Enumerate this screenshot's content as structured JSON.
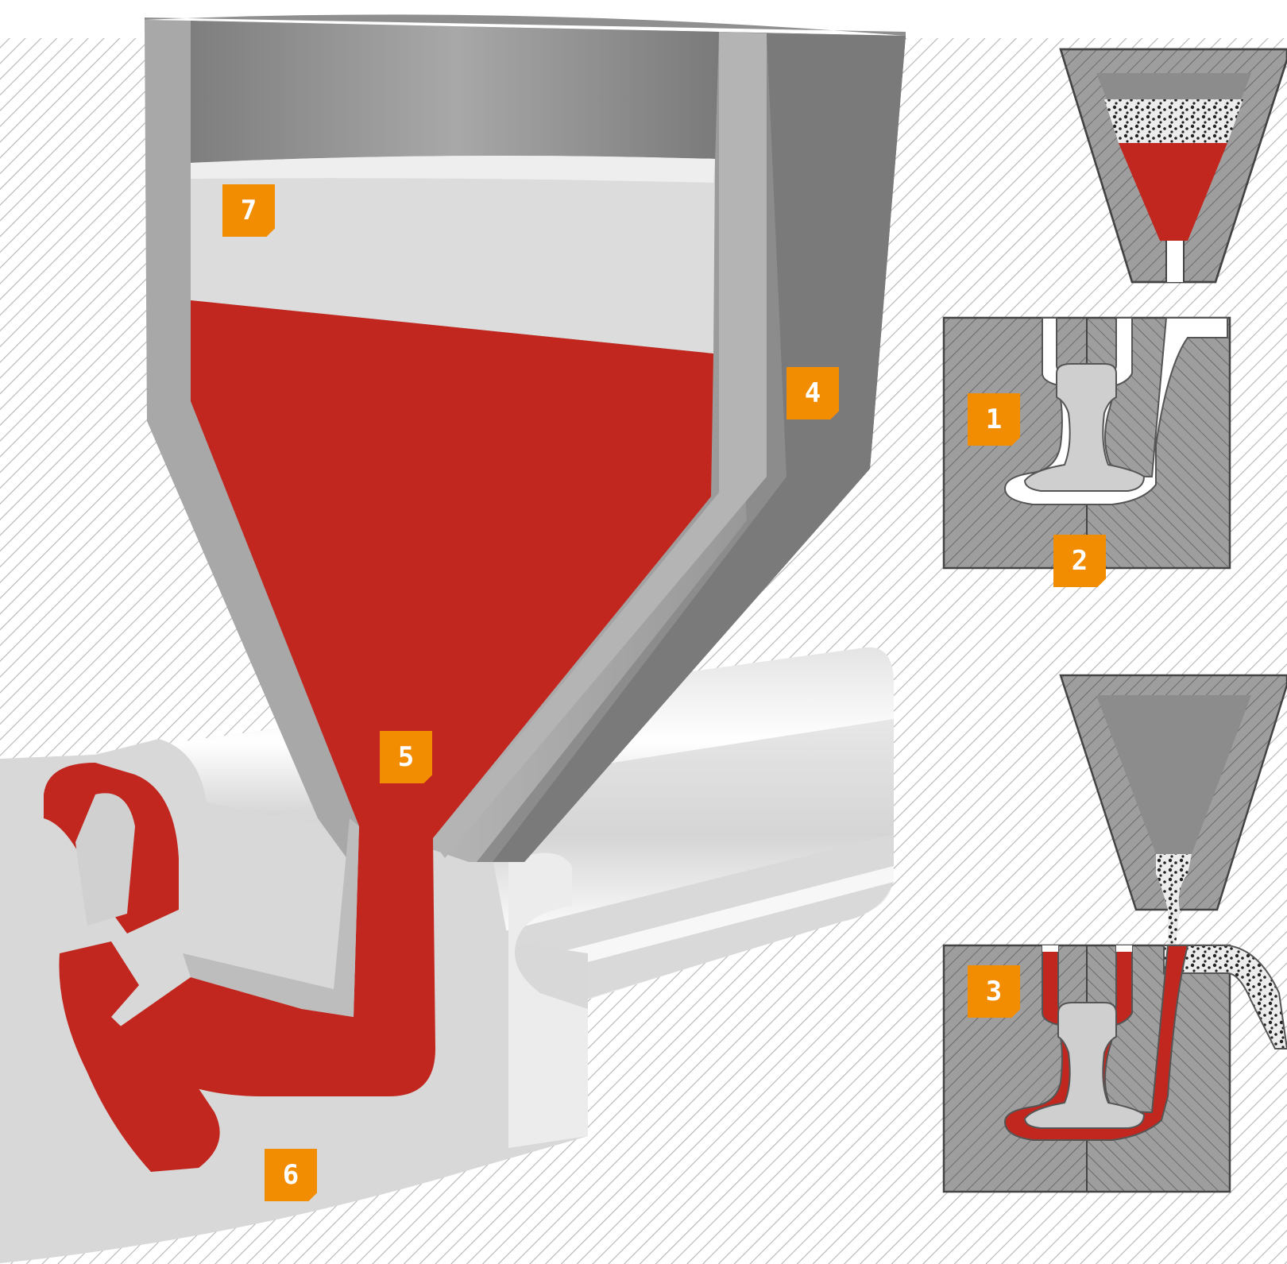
{
  "labels": {
    "one": "1",
    "two": "2",
    "three": "3",
    "four": "4",
    "five": "5",
    "six": "6",
    "seven": "7"
  },
  "colors": {
    "molten_metal": "#c1271e",
    "badge": "#f28c00",
    "steel_light": "#d6d6d6",
    "steel_mid": "#a9a9a9",
    "steel_dark": "#6f6f6f",
    "slag": "#dcdcdc",
    "hatch": "#b7b7b7"
  },
  "icons": {
    "main": "crucible-cutaway",
    "panel_top": "crucible-cross-section",
    "panel_middle": "empty-mould-cross-section",
    "panel_bottom": "filled-mould-cross-section"
  }
}
